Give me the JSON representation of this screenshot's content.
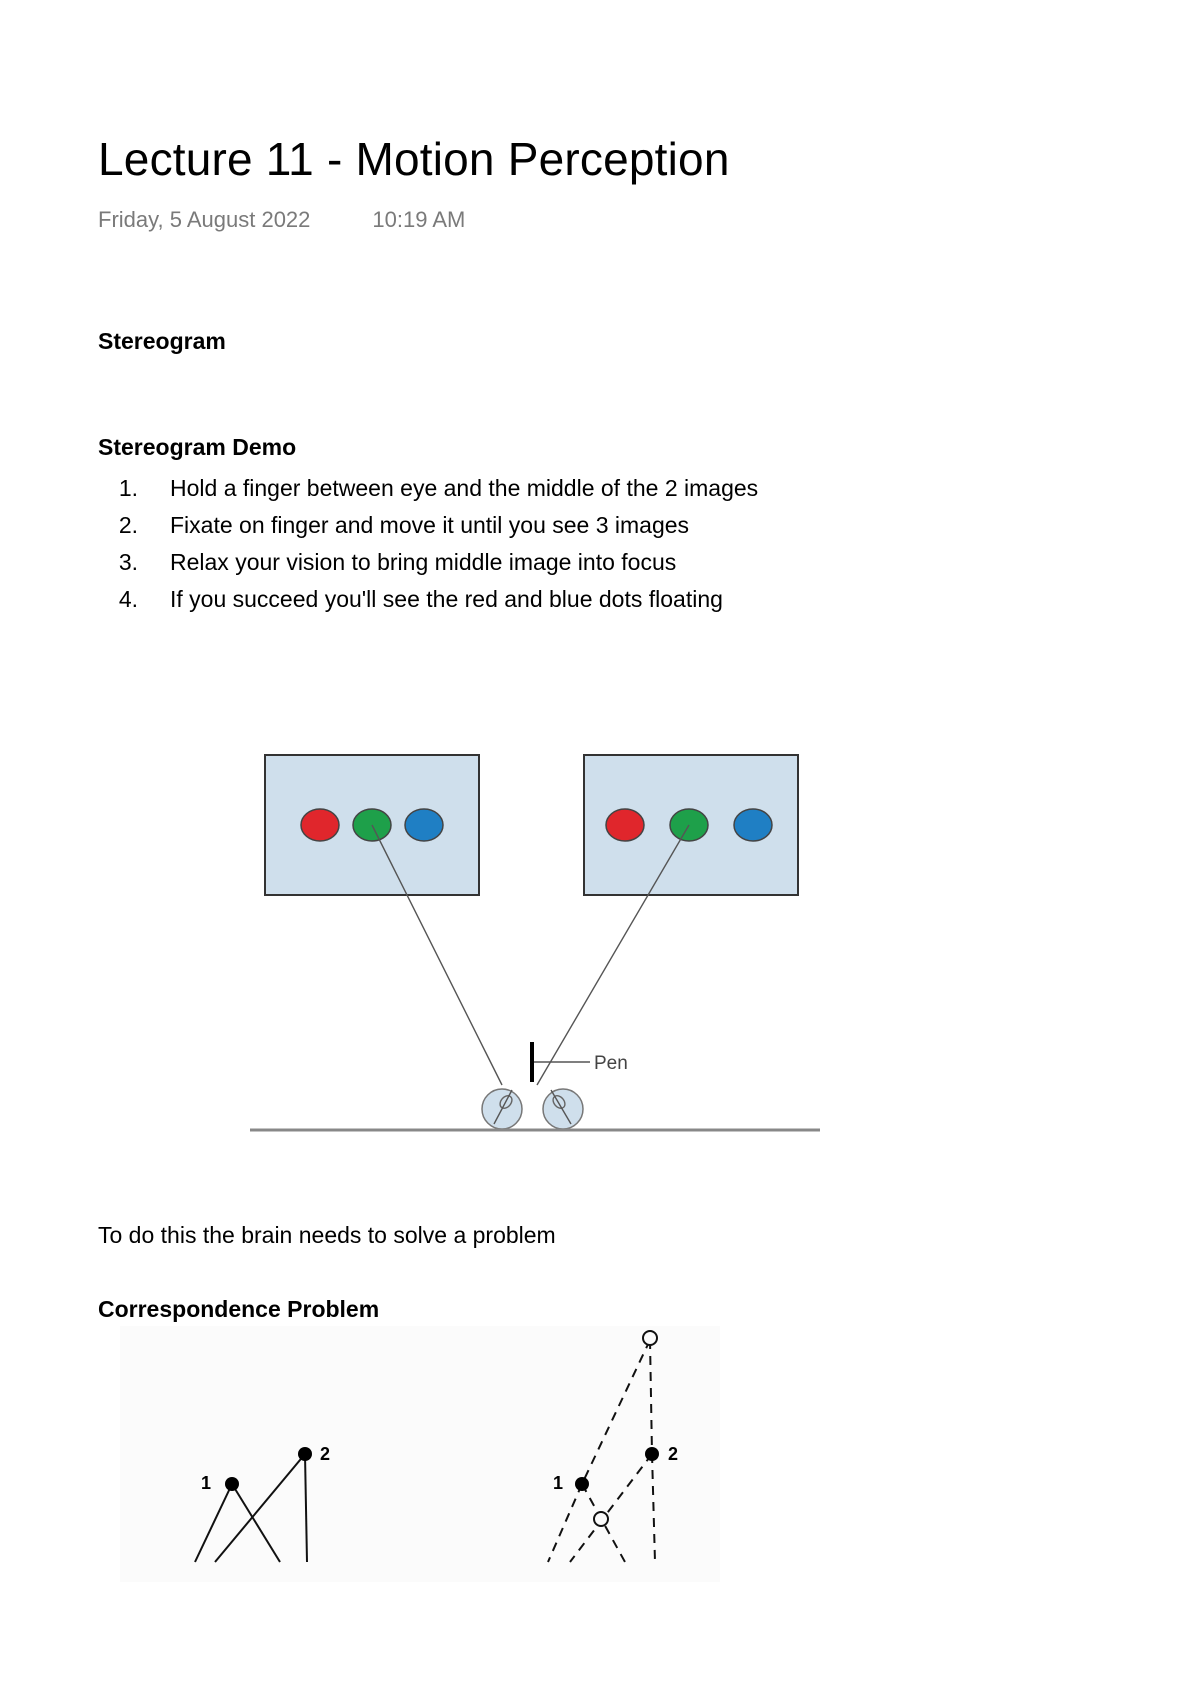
{
  "page": {
    "title": "Lecture 11 - Motion Perception",
    "date": "Friday, 5 August 2022",
    "time": "10:19 AM"
  },
  "sections": {
    "stereogram_heading": "Stereogram",
    "demo_heading": "Stereogram Demo",
    "demo_steps": [
      {
        "num": "1.",
        "text": "Hold a finger between eye and the middle of the 2 images"
      },
      {
        "num": "2.",
        "text": "Fixate on finger and move it until you see 3 images"
      },
      {
        "num": "3.",
        "text": "Relax your vision to bring middle image into focus"
      },
      {
        "num": "4.",
        "text": "If you succeed you'll see the red and blue dots floating"
      }
    ],
    "paragraph": "To do this the brain needs to solve a problem",
    "correspondence_heading": "Correspondence Problem"
  },
  "figure_stereogram": {
    "pen_label": "Pen",
    "colors": {
      "panel": "#cfdfec",
      "red_dot": "#e0262c",
      "green_dot": "#1ea04a",
      "blue_dot": "#1f7fc4"
    }
  },
  "figure_correspondence": {
    "left_labels": [
      "1",
      "2"
    ],
    "right_labels": [
      "1",
      "2"
    ]
  }
}
